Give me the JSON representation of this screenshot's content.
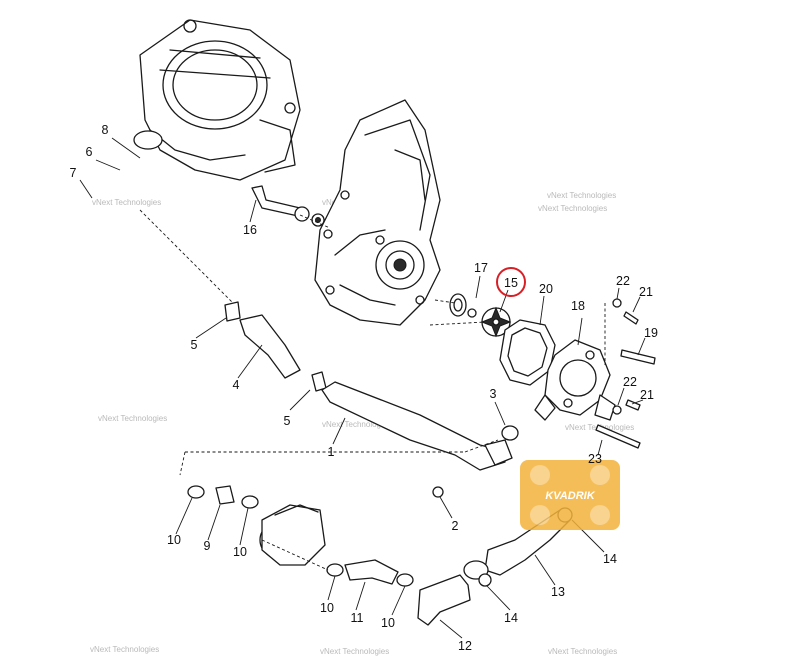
{
  "highlight_color": "#d91f26",
  "logo": {
    "text": "KVADRIK",
    "color": "#f4b23a"
  },
  "watermarks": [
    "vNext Technologies",
    "vNext Technologies",
    "vNext Technologies",
    "vNext Technologies",
    "vNext Technologies",
    "vNext Technologies",
    "vNext Technologies",
    "vNext Technologies",
    "vNext Technologies",
    "vNext Technologies"
  ],
  "callouts": [
    {
      "id": "c8",
      "label": "8"
    },
    {
      "id": "c6",
      "label": "6"
    },
    {
      "id": "c7",
      "label": "7"
    },
    {
      "id": "c16",
      "label": "16"
    },
    {
      "id": "c17",
      "label": "17"
    },
    {
      "id": "c15",
      "label": "15",
      "highlighted": true
    },
    {
      "id": "c20",
      "label": "20"
    },
    {
      "id": "c22a",
      "label": "22"
    },
    {
      "id": "c21a",
      "label": "21"
    },
    {
      "id": "c18",
      "label": "18"
    },
    {
      "id": "c19",
      "label": "19"
    },
    {
      "id": "c5a",
      "label": "5"
    },
    {
      "id": "c4",
      "label": "4"
    },
    {
      "id": "c22b",
      "label": "22"
    },
    {
      "id": "c21b",
      "label": "21"
    },
    {
      "id": "c3",
      "label": "3"
    },
    {
      "id": "c5b",
      "label": "5"
    },
    {
      "id": "c1",
      "label": "1"
    },
    {
      "id": "c23",
      "label": "23"
    },
    {
      "id": "c2",
      "label": "2"
    },
    {
      "id": "c14a",
      "label": "14"
    },
    {
      "id": "c10a",
      "label": "10"
    },
    {
      "id": "c9",
      "label": "9"
    },
    {
      "id": "c10b",
      "label": "10"
    },
    {
      "id": "c13",
      "label": "13"
    },
    {
      "id": "c10c",
      "label": "10"
    },
    {
      "id": "c11",
      "label": "11"
    },
    {
      "id": "c10d",
      "label": "10"
    },
    {
      "id": "c14b",
      "label": "14"
    },
    {
      "id": "c12",
      "label": "12"
    }
  ]
}
